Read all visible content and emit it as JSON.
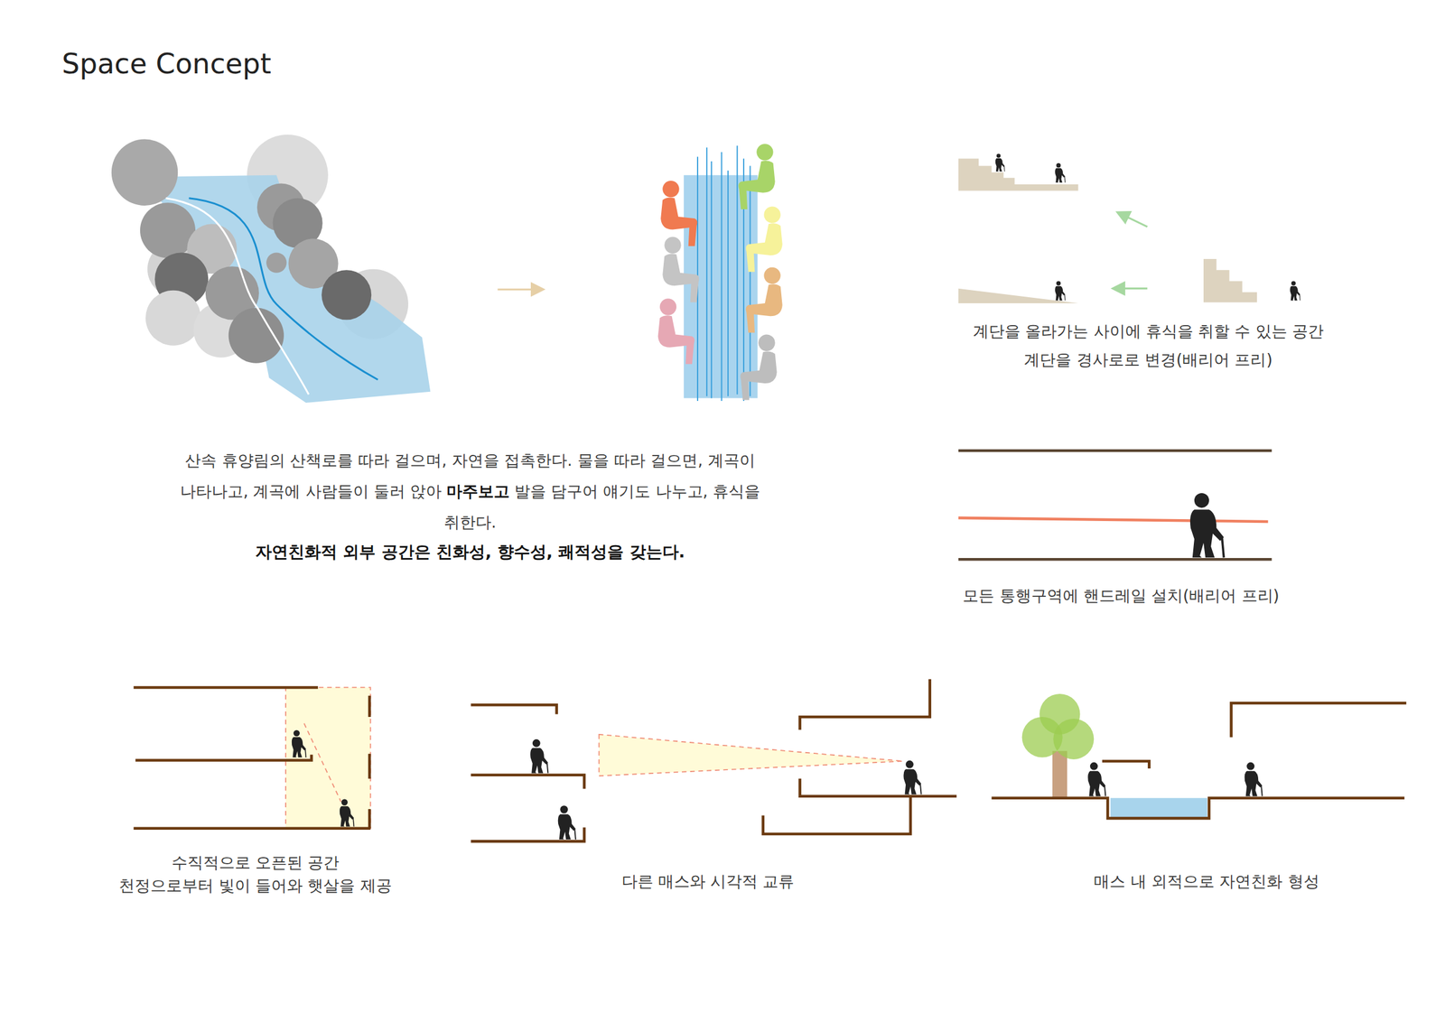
{
  "diagram": {
    "title": "Space Concept",
    "labels": [
      "산속 휴양림의 산책로를 따라 걸으며, 자연을 접촉한다. 물을 따라 걸으면, 계곡이 나타나고, 계곡에 사람들이 둘러 앉아",
      "마주보고",
      "발을 담구어 얘기도 나누고, 휴식을 취한다.",
      "자연친화적 외부 공간은 친화성, 향수성, 쾌적성을 갖는다.",
      "계단을 올라가는 사이에 휴식을 취할 수 있는 공간",
      "계단을 경사로로 변경(배리어 프리)",
      "모든 통행구역에 핸드레일 설치(배리어 프리)",
      "수직적으로 오픈된 공간",
      "천정으로부터 빛이 들어와 햇살을 제공",
      "다른 매스와 시각적 교류",
      "매스 내 외적으로 자연친화 형성"
    ]
  }
}
